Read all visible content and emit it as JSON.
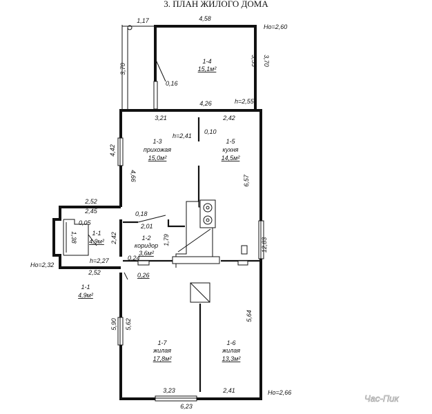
{
  "title": "3. ПЛАН ЖИЛОГО ДОМА",
  "watermark": "Час-Пик",
  "rooms": [
    {
      "id": "1-4",
      "area": "15,1м²"
    },
    {
      "id": "1-3",
      "name": "прихожая",
      "area": "15,0м²"
    },
    {
      "id": "1-5",
      "name": "кухня",
      "area": "14,5м²"
    },
    {
      "id": "1-1",
      "area": "4,9м²"
    },
    {
      "id": "1-2",
      "name": "коридор",
      "area": "3,6м²"
    },
    {
      "id": "1-1",
      "area": "4,9м²"
    },
    {
      "id": "1-7",
      "name": "жилая",
      "area": "17,8м²"
    },
    {
      "id": "1-6",
      "name": "жилая",
      "area": "13,3м²"
    }
  ],
  "dimensions": [
    "1,17",
    "4,58",
    "3,70",
    "3,55",
    "3,70",
    "0,16",
    "4,26",
    "3,21",
    "2,42",
    "0,10",
    "4,42",
    "4,66",
    "6,57",
    "12,83",
    "2,52",
    "2,45",
    "0,05",
    "1,38",
    "0,18",
    "2,01",
    "2,42",
    "1,79",
    "0,24",
    "0,26",
    "2,52",
    "5,90",
    "5,62",
    "5,64",
    "3,23",
    "2,41",
    "6,23"
  ],
  "heights": [
    "Но=2,60",
    "h=2,55",
    "h=2,41",
    "Но=2,32",
    "h=2,27",
    "Но=2,66"
  ]
}
